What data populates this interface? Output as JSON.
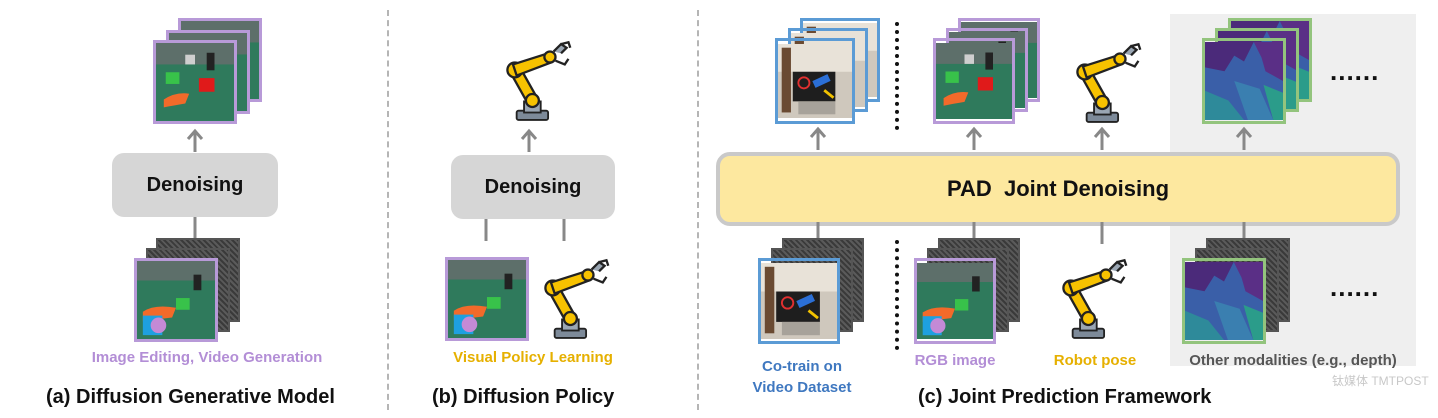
{
  "panels": {
    "a": {
      "title": "(a) Diffusion Generative Model",
      "block": "Denoising",
      "caption": "Image Editing, Video Generation"
    },
    "b": {
      "title": "(b) Diffusion Policy",
      "block": "Denoising",
      "caption": "Visual Policy Learning"
    },
    "c": {
      "title": "(c) Joint Prediction Framework",
      "block": "PAD  Joint Denoising",
      "captions": {
        "cotrain_line1": "Co-train on",
        "cotrain_line2": "Video Dataset",
        "rgb": "RGB image",
        "pose": "Robot pose",
        "other": "Other modalities (e.g., depth)"
      },
      "ellipsis_top": "......",
      "ellipsis_bottom": "......"
    }
  },
  "watermark": "钛媒体 TMTPOST",
  "colors": {
    "purple": "#b89ad8",
    "blue": "#5b9bd5",
    "green": "#93c47d",
    "gold": "#f0b400",
    "caption_purple": "#b38ed6",
    "caption_blue": "#3f78c0",
    "caption_gold": "#e6b000",
    "caption_gray": "#555555"
  }
}
